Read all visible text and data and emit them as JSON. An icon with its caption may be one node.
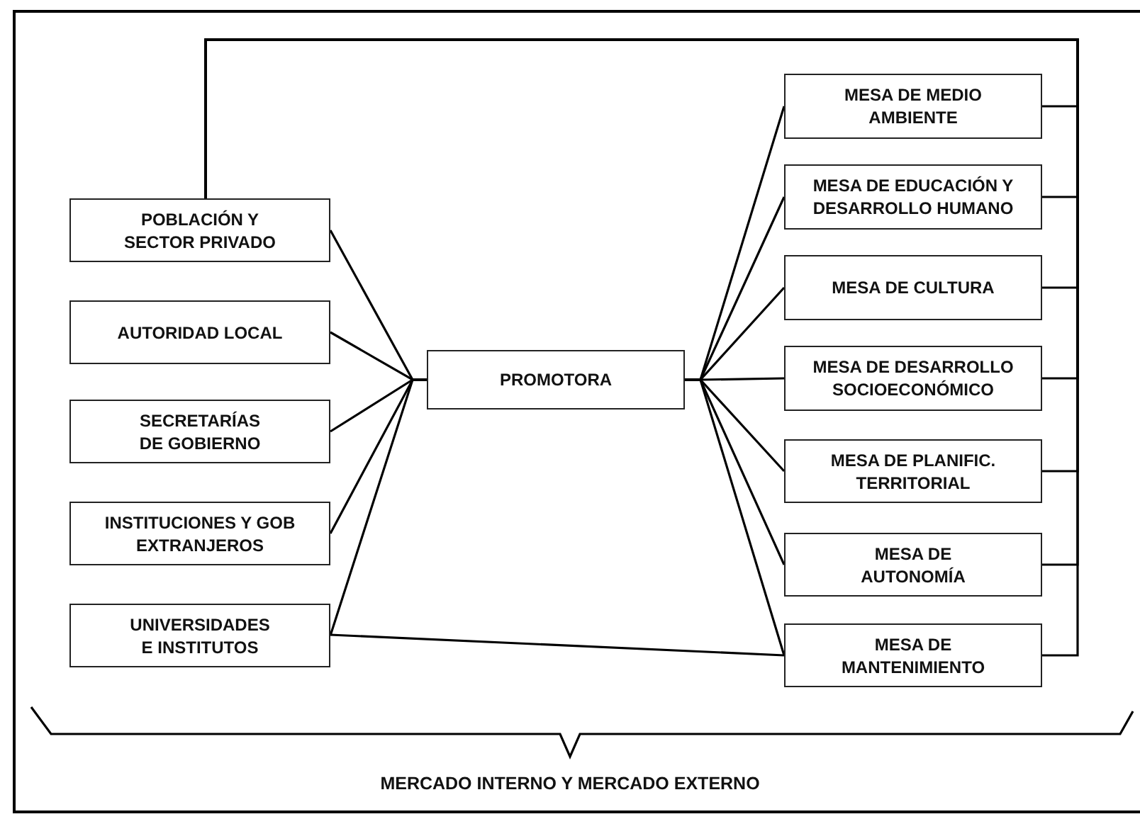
{
  "diagram": {
    "nodes": [
      {
        "text": [
          "POBLACIÓN Y SECTOR PRIVADO"
        ]
      },
      {
        "text": [
          "AUTORIDAD LOCAL"
        ]
      },
      {
        "text": [
          "SECRETARÍAS DE GOBIERNO"
        ]
      },
      {
        "text": [
          "INSTITUCIONES Y GOB EXTRANJEROS"
        ]
      },
      {
        "text": [
          "UNIVERSIDADES E INSTITUTOS"
        ]
      },
      {
        "text": [
          "PROMOTORA"
        ]
      },
      {
        "text": [
          "MESA DE MEDIO AMBIENTE"
        ]
      },
      {
        "text": [
          "MESA DE EDUCACIÓN Y DESARROLLO HUMANO"
        ]
      },
      {
        "text": [
          "MESA DE CULTURA"
        ]
      },
      {
        "text": [
          "MESA DE DESARROLLO SOCIOECONÓMICO"
        ]
      },
      {
        "text": [
          "MESA DE PLANIFIC. TERRITORIAL"
        ]
      },
      {
        "text": [
          "MESA DE AUTONOMÍA"
        ]
      },
      {
        "text": [
          "MESA DE MANTENIMIENTO"
        ]
      }
    ],
    "edges": [
      {
        "from": 0,
        "to": 5,
        "arrow": "none"
      },
      {
        "from": 1,
        "to": 5,
        "arrow": "none"
      },
      {
        "from": 2,
        "to": 5,
        "arrow": "none"
      },
      {
        "from": 3,
        "to": 5,
        "arrow": "none"
      },
      {
        "from": 4,
        "to": 5,
        "arrow": "none"
      },
      {
        "from": 5,
        "to": 6,
        "arrow": "none"
      },
      {
        "from": 5,
        "to": 7,
        "arrow": "none"
      },
      {
        "from": 5,
        "to": 8,
        "arrow": "none"
      },
      {
        "from": 5,
        "to": 9,
        "arrow": "none"
      },
      {
        "from": 5,
        "to": 10,
        "arrow": "none"
      },
      {
        "from": 5,
        "to": 11,
        "arrow": "none"
      },
      {
        "from": 5,
        "to": 12,
        "arrow": "none"
      },
      {
        "from": 4,
        "to": 12,
        "arrow": "none"
      },
      {
        "from": 0,
        "to": 6,
        "arrow": "none"
      },
      {
        "from": 0,
        "to": 7,
        "arrow": "none"
      },
      {
        "from": 0,
        "to": 8,
        "arrow": "none"
      },
      {
        "from": 0,
        "to": 9,
        "arrow": "none"
      },
      {
        "from": 0,
        "to": 10,
        "arrow": "none"
      },
      {
        "from": 0,
        "to": 11,
        "arrow": "none"
      },
      {
        "from": 0,
        "to": 12,
        "arrow": "none"
      }
    ],
    "labels": [
      "MERCADO INTERNO Y MERCADO EXTERNO"
    ]
  }
}
